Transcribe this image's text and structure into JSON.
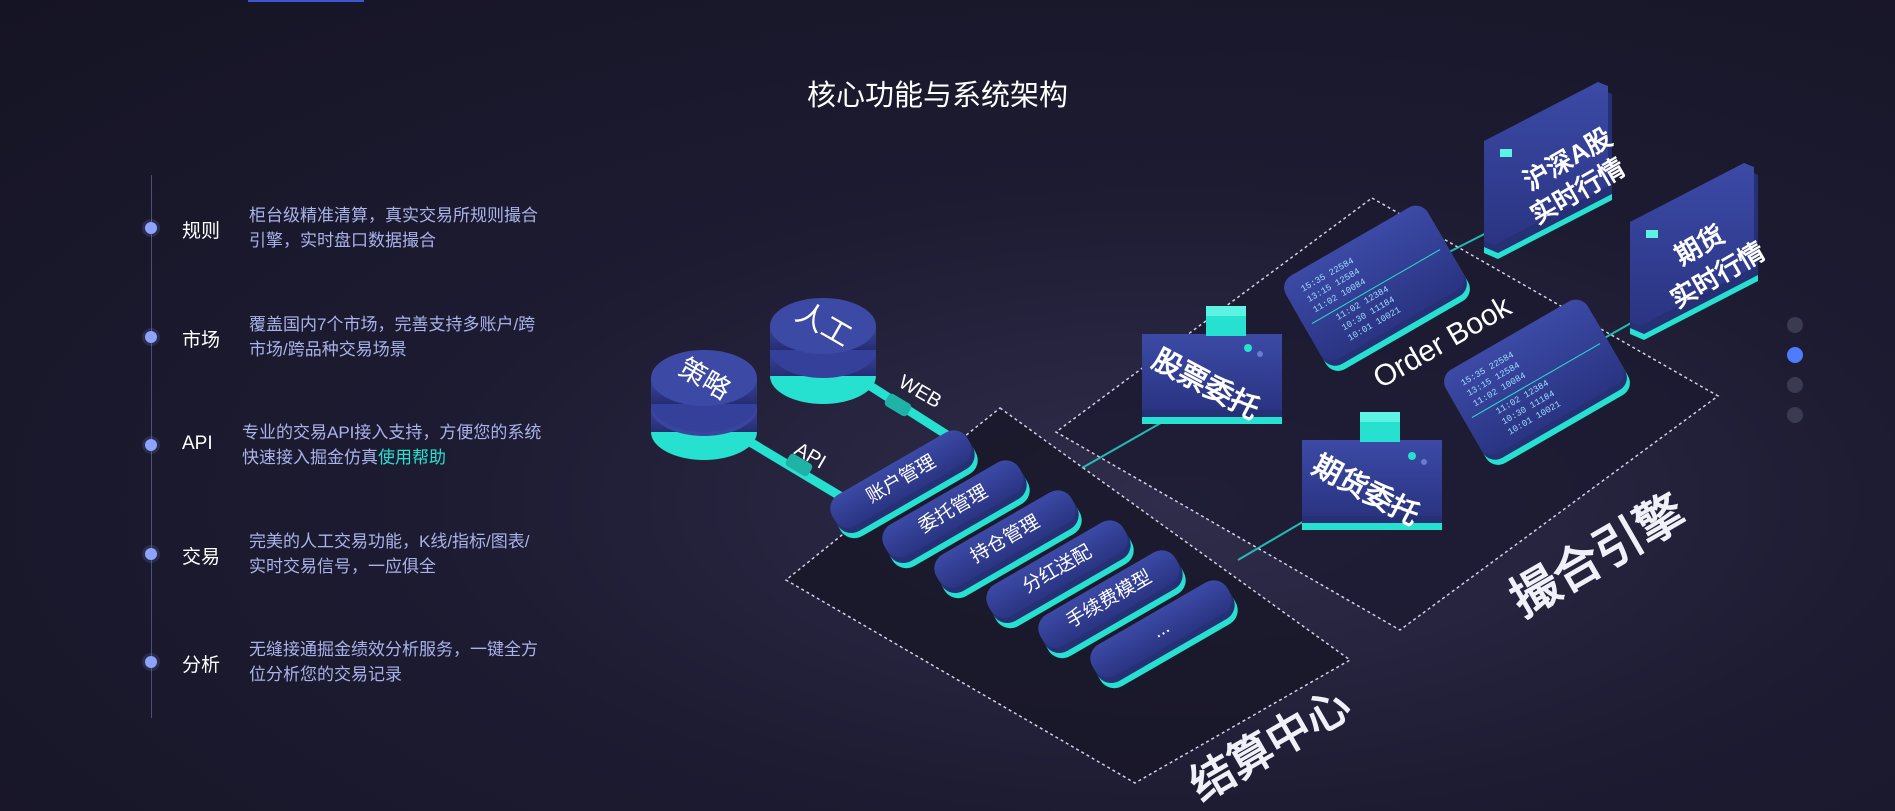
{
  "page": {
    "title": "核心功能与系统架构"
  },
  "features": [
    {
      "label": "规则",
      "desc": "柜台级精准清算，真实交易所规则撮合引擎，实时盘口数据撮合"
    },
    {
      "label": "市场",
      "desc": "覆盖国内7个市场，完善支持多账户/跨市场/跨品种交易场景"
    },
    {
      "label": "API",
      "desc": "专业的交易API接入支持，方便您的系统快速接入掘金仿真",
      "link": "使用帮助"
    },
    {
      "label": "交易",
      "desc": "完美的人工交易功能，K线/指标/图表/实时交易信号，一应俱全"
    },
    {
      "label": "分析",
      "desc": "无缝接通掘金绩效分析服务，一键全方位分析您的交易记录"
    }
  ],
  "diagram": {
    "inputs": {
      "strategy": "策略",
      "manual": "人工",
      "api": "API",
      "web": "WEB"
    },
    "settlement": {
      "title": "结算中心",
      "modules": [
        "账户管理",
        "委托管理",
        "持仓管理",
        "分红送配",
        "手续费模型",
        "..."
      ]
    },
    "matching": {
      "title": "撮合引擎",
      "order_book": "Order Book",
      "stock_order": "股票委托",
      "futures_order": "期货委托"
    },
    "feeds": {
      "a_share": [
        "沪深A股",
        "实时行情"
      ],
      "futures": [
        "期货",
        "实时行情"
      ]
    },
    "book_lines": [
      "15:35  22584",
      "13:15  12584",
      "11:02  10084",
      "11:02  12384",
      "10:30  11184",
      "10:01  10021"
    ]
  },
  "pager": {
    "count": 4,
    "active_index": 1
  },
  "colors": {
    "accent": "#26e0d0",
    "panel": "#2e3a8a",
    "dot": "#8ea2ff",
    "active": "#4f7bff"
  }
}
